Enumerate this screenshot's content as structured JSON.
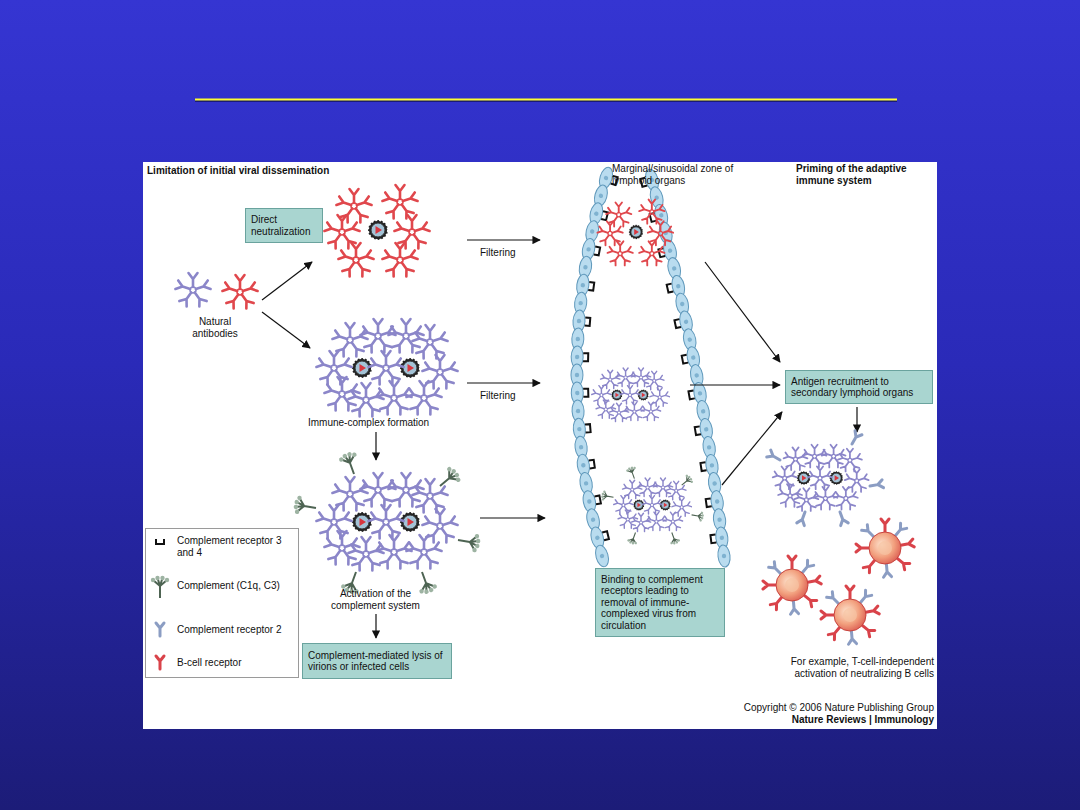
{
  "diagram": {
    "nodes": [
      {
        "text": [
          "Direct neutralization"
        ]
      },
      {
        "text": [
          "Antigen recruitment to secondary lymphoid organs"
        ]
      },
      {
        "text": [
          "Binding to complement receptors leading to removal of immune-complexed virus from circulation"
        ]
      },
      {
        "text": [
          "Complement-mediated lysis of virions or infected cells"
        ]
      }
    ],
    "labels": [
      "Limitation of initial viral dissemination",
      "Marginal/sinusoidal zone of lymphoid organs",
      "Priming of the adaptive immune system",
      "Natural antibodies",
      "Filtering",
      "Immune-complex formation",
      "Filtering",
      "Activation of the complement system",
      "For example, T-cell-independent activation of neutralizing B cells",
      "Copyright © 2006 Nature Publishing Group",
      "Nature Reviews | Immunology"
    ],
    "legend": [
      {
        "text": "Complement receptor 3 and 4"
      },
      {
        "text": "Complement (C1q, C3)"
      },
      {
        "text": "Complement receptor 2"
      },
      {
        "text": "B-cell receptor"
      }
    ]
  }
}
